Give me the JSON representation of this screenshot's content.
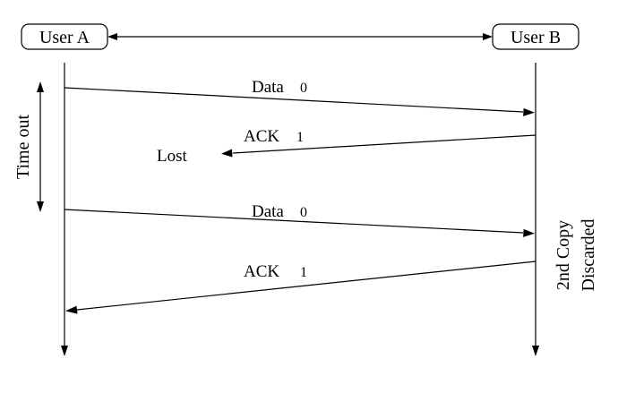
{
  "actors": {
    "a": "User A",
    "b": "User B"
  },
  "messages": [
    {
      "label": "Data",
      "seq": "0"
    },
    {
      "label": "ACK",
      "seq": "1",
      "status": "Lost"
    },
    {
      "label": "Data",
      "seq": "0"
    },
    {
      "label": "ACK",
      "seq": "1"
    }
  ],
  "annotations": {
    "timeout": "Time out",
    "discard_line1": "2nd Copy",
    "discard_line2": "Discarded"
  }
}
